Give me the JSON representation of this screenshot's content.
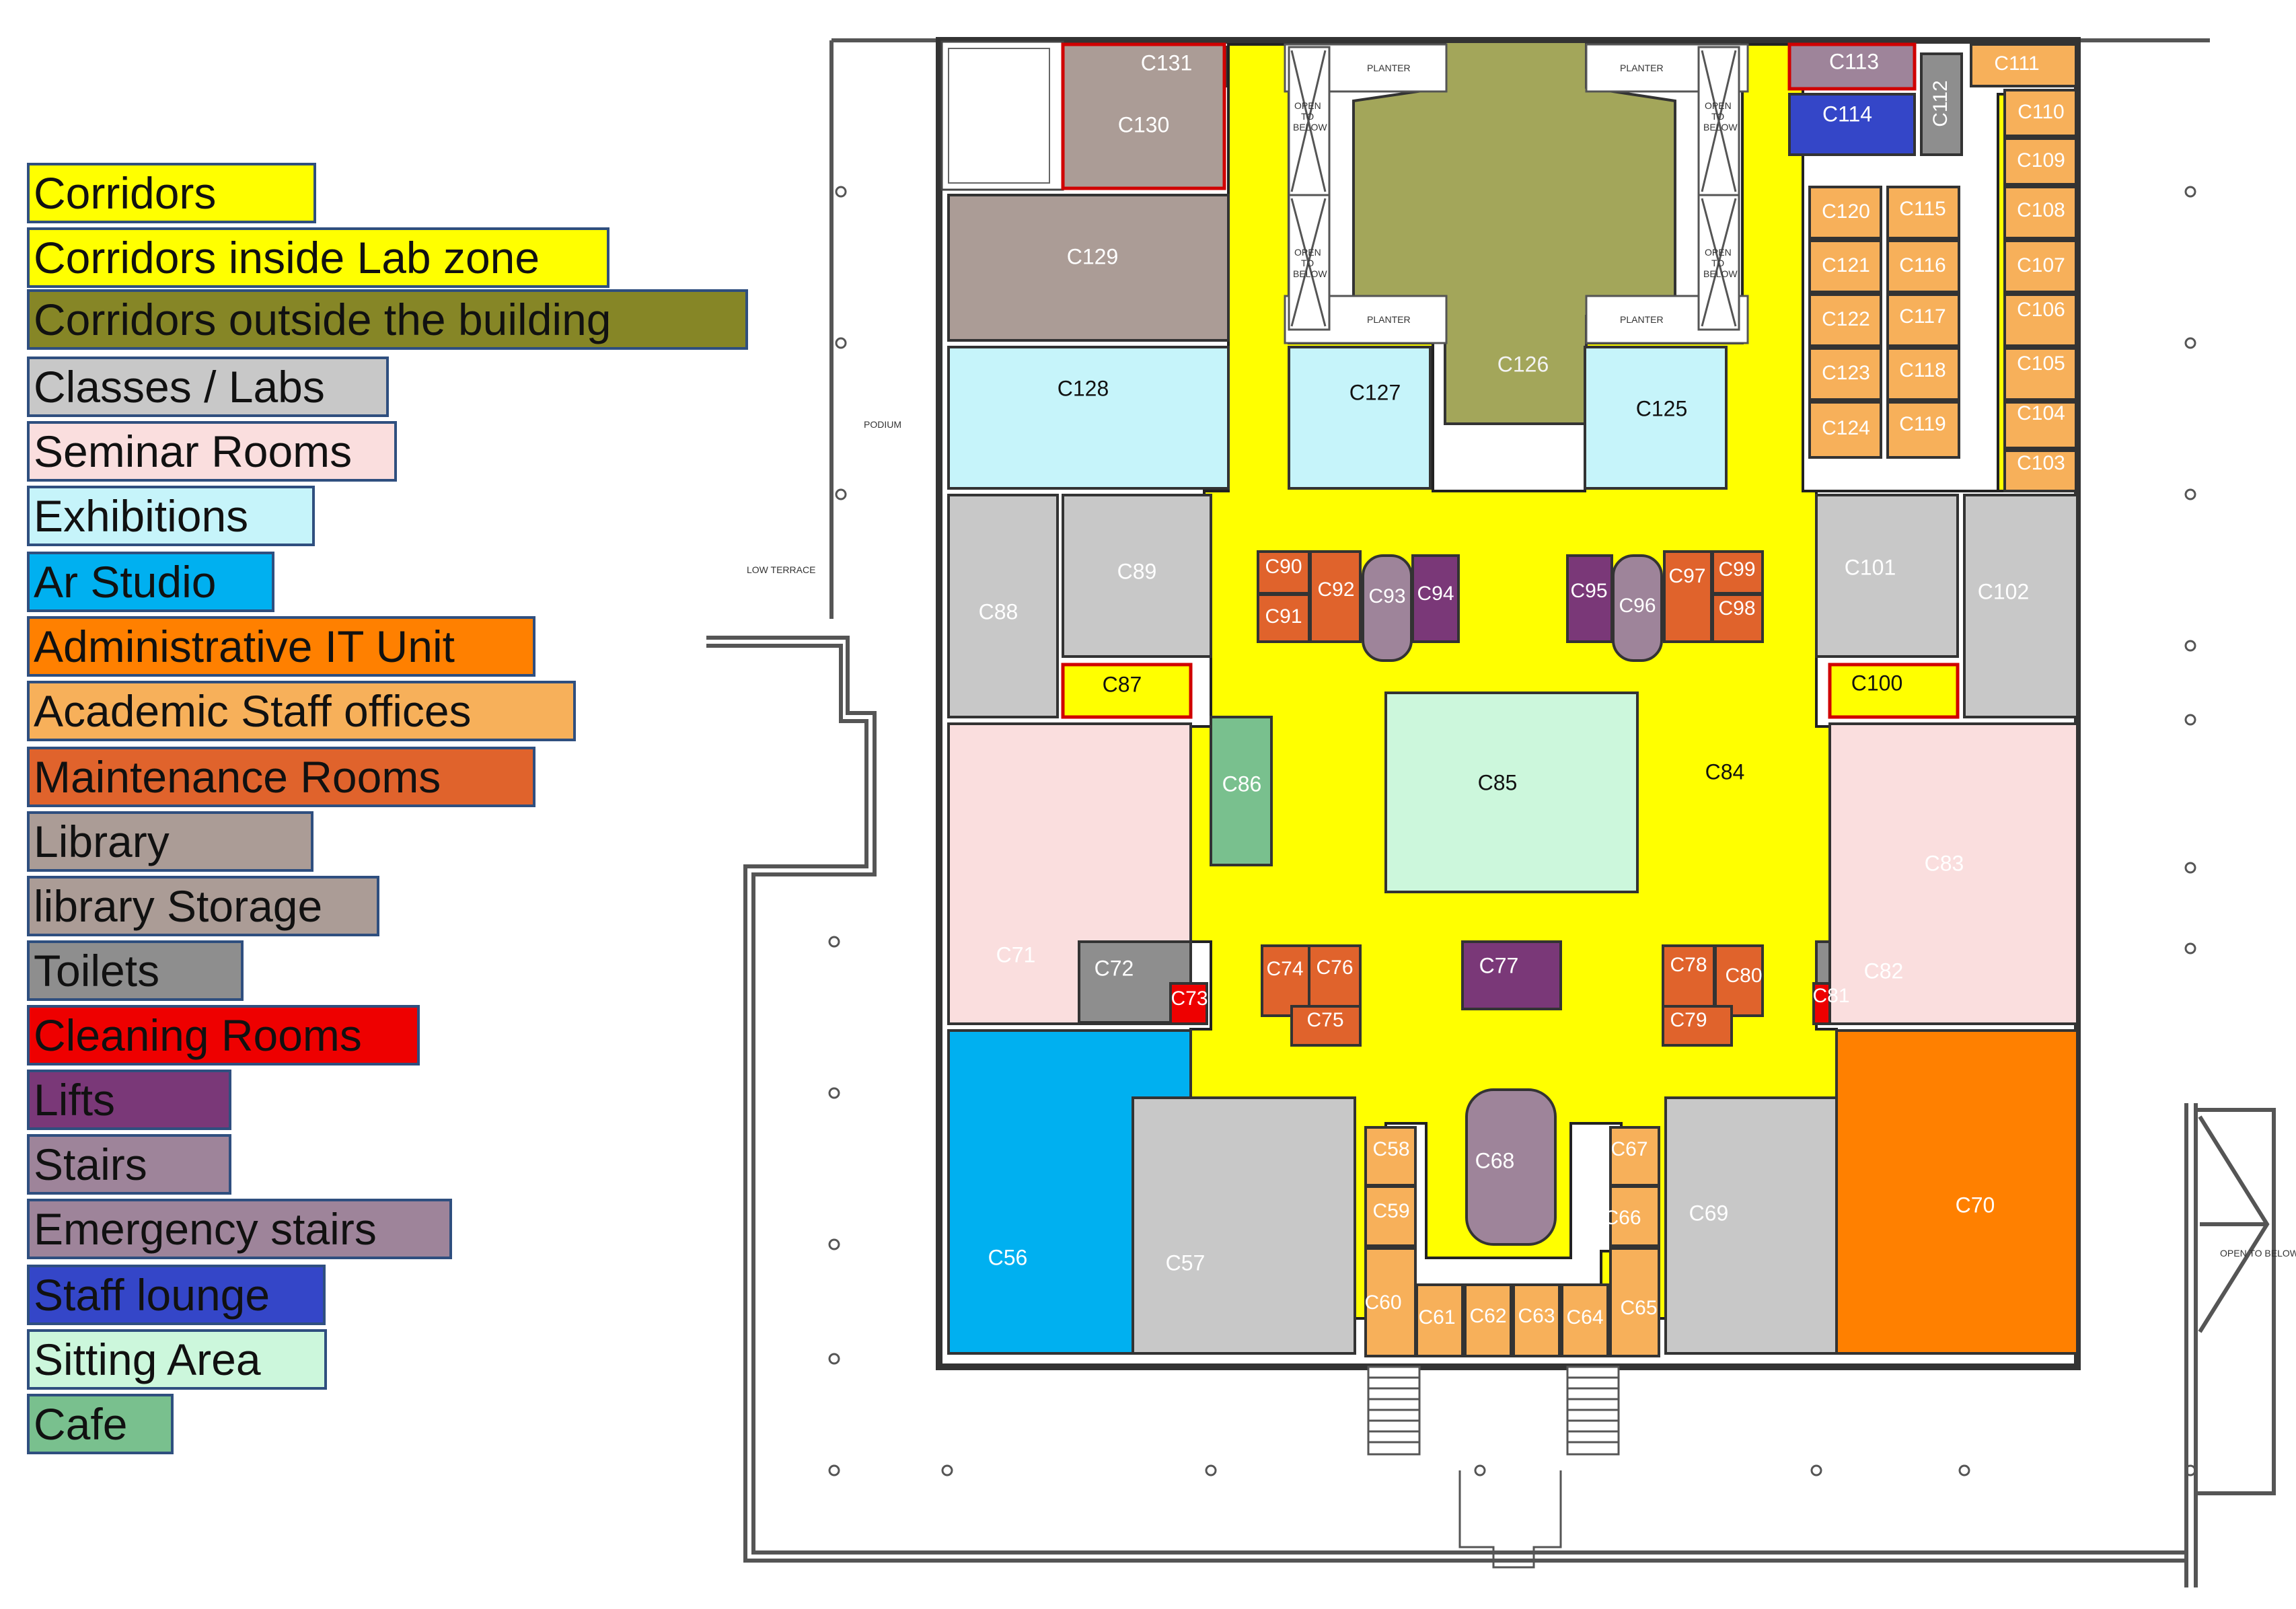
{
  "legend": {
    "items": [
      {
        "label": "Corridors",
        "color": "#ffff00"
      },
      {
        "label": "Corridors inside Lab zone",
        "color": "#ffff00"
      },
      {
        "label": "Corridors outside the building",
        "color": "#868626"
      },
      {
        "label": "Classes / Labs",
        "color": "#c8c8c8"
      },
      {
        "label": "Seminar Rooms",
        "color": "#fadede"
      },
      {
        "label": "Exhibitions",
        "color": "#c6f4fa"
      },
      {
        "label": "Ar Studio",
        "color": "#00b0f0"
      },
      {
        "label": "Administrative IT Unit",
        "color": "#ff8000"
      },
      {
        "label": "Academic Staff  offices",
        "color": "#f7b05a"
      },
      {
        "label": "Maintenance Rooms",
        "color": "#e0632c"
      },
      {
        "label": "Library",
        "color": "#ab9c96"
      },
      {
        "label": "library Storage",
        "color": "#ab9c96"
      },
      {
        "label": "Toilets",
        "color": "#8e8e8e"
      },
      {
        "label": "Cleaning Rooms",
        "color": "#ee0000"
      },
      {
        "label": "Lifts",
        "color": "#7a3878"
      },
      {
        "label": "Stairs",
        "color": "#9e849a"
      },
      {
        "label": "Emergency stairs",
        "color": "#9e849a"
      },
      {
        "label": "Staff lounge",
        "color": "#3446c8"
      },
      {
        "label": "Sitting Area",
        "color": "#ccf7dc"
      },
      {
        "label": "Cafe",
        "color": "#79c08e"
      }
    ]
  },
  "plan_text": {
    "planter": "PLANTER",
    "open_to_below_1": "OPEN",
    "open_to_below_2": "TO",
    "open_to_below_3": "BELOW",
    "open_to_below_right": "OPEN TO BELOW",
    "podium": "PODIUM",
    "low_terrace": "LOW TERRACE"
  },
  "rooms": {
    "C56": "C56",
    "C57": "C57",
    "C58": "C58",
    "C59": "C59",
    "C60": "C60",
    "C61": "C61",
    "C62": "C62",
    "C63": "C63",
    "C64": "C64",
    "C65": "C65",
    "C66": "C66",
    "C67": "C67",
    "C68": "C68",
    "C69": "C69",
    "C70": "C70",
    "C71": "C71",
    "C72": "C72",
    "C73": "C73",
    "C74": "C74",
    "C75": "C75",
    "C76": "C76",
    "C77": "C77",
    "C78": "C78",
    "C79": "C79",
    "C80": "C80",
    "C81": "C81",
    "C82": "C82",
    "C83": "C83",
    "C84": "C84",
    "C85": "C85",
    "C86": "C86",
    "C87": "C87",
    "C88": "C88",
    "C89": "C89",
    "C90": "C90",
    "C91": "C91",
    "C92": "C92",
    "C93": "C93",
    "C94": "C94",
    "C95": "C95",
    "C96": "C96",
    "C97": "C97",
    "C98": "C98",
    "C99": "C99",
    "C100": "C100",
    "C101": "C101",
    "C102": "C102",
    "C103": "C103",
    "C104": "C104",
    "C105": "C105",
    "C106": "C106",
    "C107": "C107",
    "C108": "C108",
    "C109": "C109",
    "C110": "C110",
    "C111": "C111",
    "C112": "C112",
    "C113": "C113",
    "C114": "C114",
    "C115": "C115",
    "C116": "C116",
    "C117": "C117",
    "C118": "C118",
    "C119": "C119",
    "C120": "C120",
    "C121": "C121",
    "C122": "C122",
    "C123": "C123",
    "C124": "C124",
    "C125": "C125",
    "C126": "C126",
    "C127": "C127",
    "C128": "C128",
    "C129": "C129",
    "C130": "C130",
    "C131": "C131"
  }
}
